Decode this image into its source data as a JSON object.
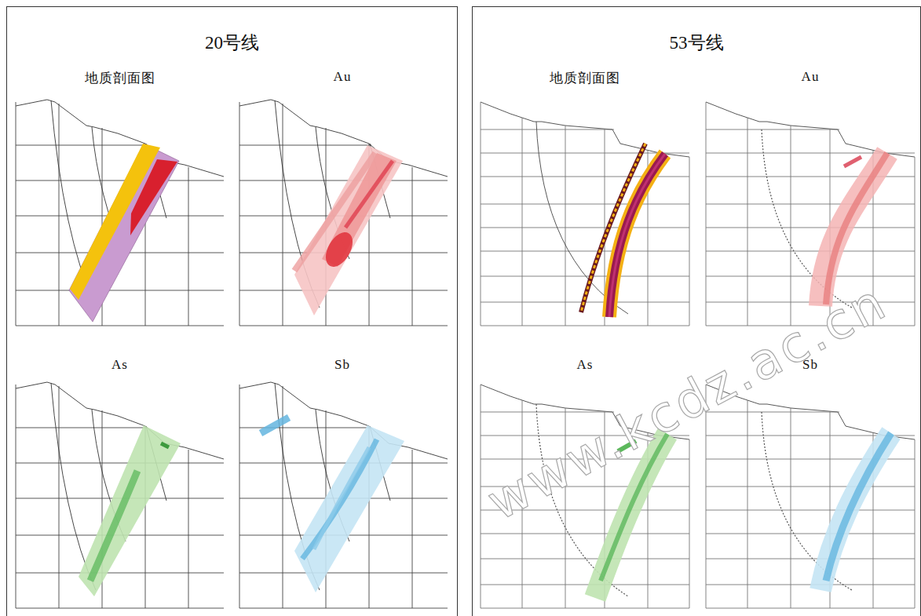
{
  "diagram": {
    "nodes": [
      {
        "text": [
          "20号线"
        ]
      },
      {
        "text": [
          "地质剖面图"
        ],
        "in": 0
      },
      {
        "text": [
          "Au"
        ],
        "in": 0
      },
      {
        "text": [
          "As"
        ],
        "in": 0
      },
      {
        "text": [
          "Sb"
        ],
        "in": 0
      },
      {
        "text": [
          "53号线"
        ]
      },
      {
        "text": [
          "地质剖面图"
        ],
        "in": 5
      },
      {
        "text": [
          "Au"
        ],
        "in": 5
      },
      {
        "text": [
          "As"
        ],
        "in": 5
      },
      {
        "text": [
          "Sb"
        ],
        "in": 5
      }
    ],
    "labels": [
      "www.kcdz.ac.cn"
    ]
  }
}
